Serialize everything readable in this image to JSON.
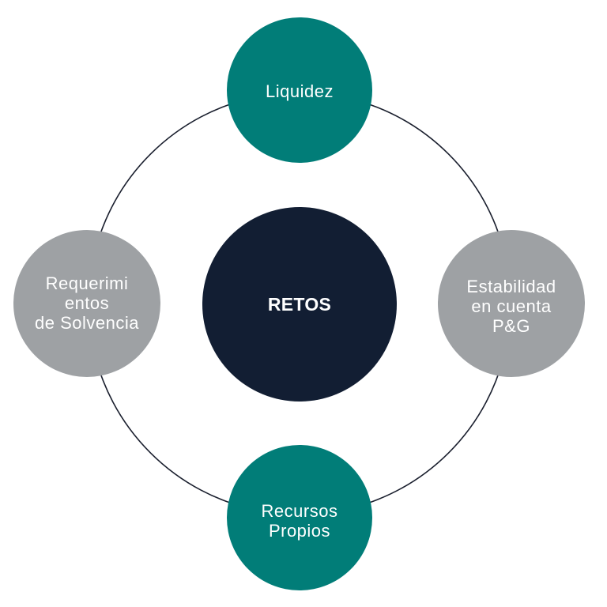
{
  "diagram": {
    "center": {
      "label": "RETOS",
      "color": "#121e33"
    },
    "top": {
      "label": "Liquidez",
      "color": "#017d78"
    },
    "right": {
      "label": "Estabilidad\nen cuenta\nP&G",
      "color": "#9ea1a4"
    },
    "bottom": {
      "label": "Recursos\nPropios",
      "color": "#017d78"
    },
    "left": {
      "label": "Requerimi\nentos\nde Solvencia",
      "color": "#9ea1a4"
    },
    "ring_color": "#1a1f2e"
  }
}
